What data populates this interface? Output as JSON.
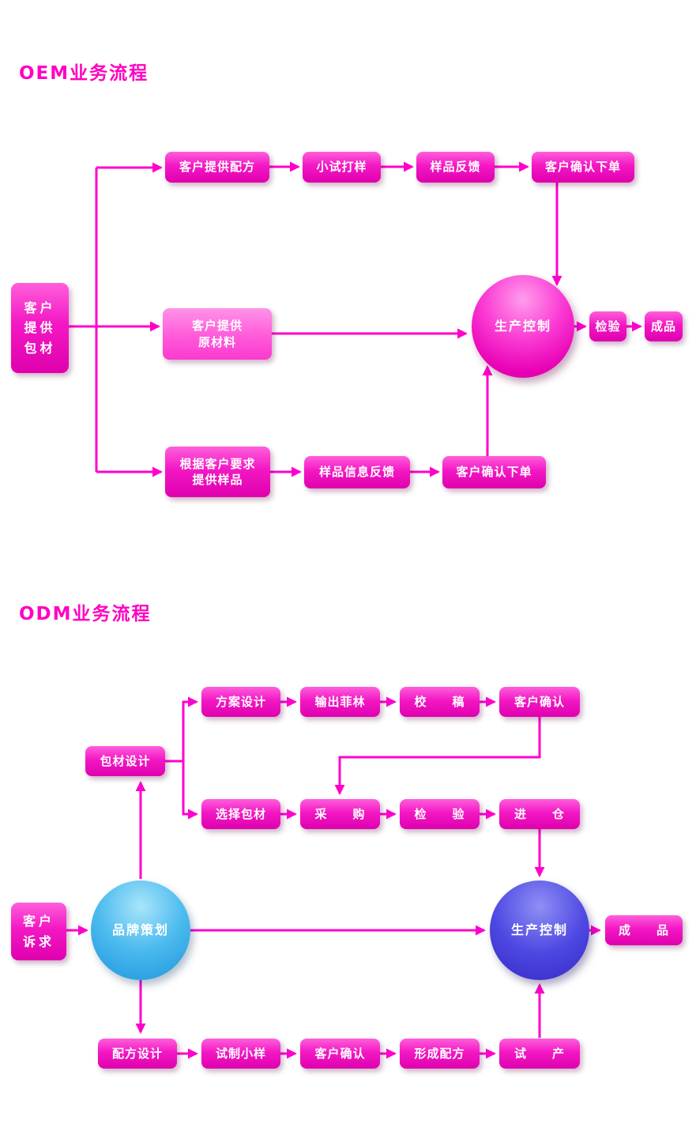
{
  "colors": {
    "background": "#ffffff",
    "arrow_magenta": "#ff00cc",
    "title_magenta": "#ff00c4",
    "box_magenta": "#ee00bb",
    "box_light_pink": "#ff5ad9",
    "oem_circle_magenta": "#e800b4",
    "brand_circle_blue": "#2fa8e5",
    "production_circle_blue": "#4338d8",
    "node_text": "#ffffff"
  },
  "oem": {
    "title": "OEM业务流程",
    "source": "客户\n提供\n包材",
    "row1": [
      "客户提供配方",
      "小试打样",
      "样品反馈",
      "客户确认下单"
    ],
    "mid_box": "客户提供\n原材料",
    "production": "生产控制",
    "inspect": "检验",
    "finished": "成品",
    "row3": [
      "根据客户要求\n提供样品",
      "样品信息反馈",
      "客户确认下单"
    ]
  },
  "odm": {
    "title": "ODM业务流程",
    "source": "客户\n诉求",
    "brand": "品牌策划",
    "packaging_design": "包材设计",
    "row1": [
      "方案设计",
      "输出菲林",
      "校　　稿",
      "客户确认"
    ],
    "row2": [
      "选择包材",
      "采　　购",
      "检　　验",
      "进　　仓"
    ],
    "production": "生产控制",
    "finished": "成　　品",
    "row3": [
      "配方设计",
      "试制小样",
      "客户确认",
      "形成配方",
      "试　　产"
    ]
  }
}
